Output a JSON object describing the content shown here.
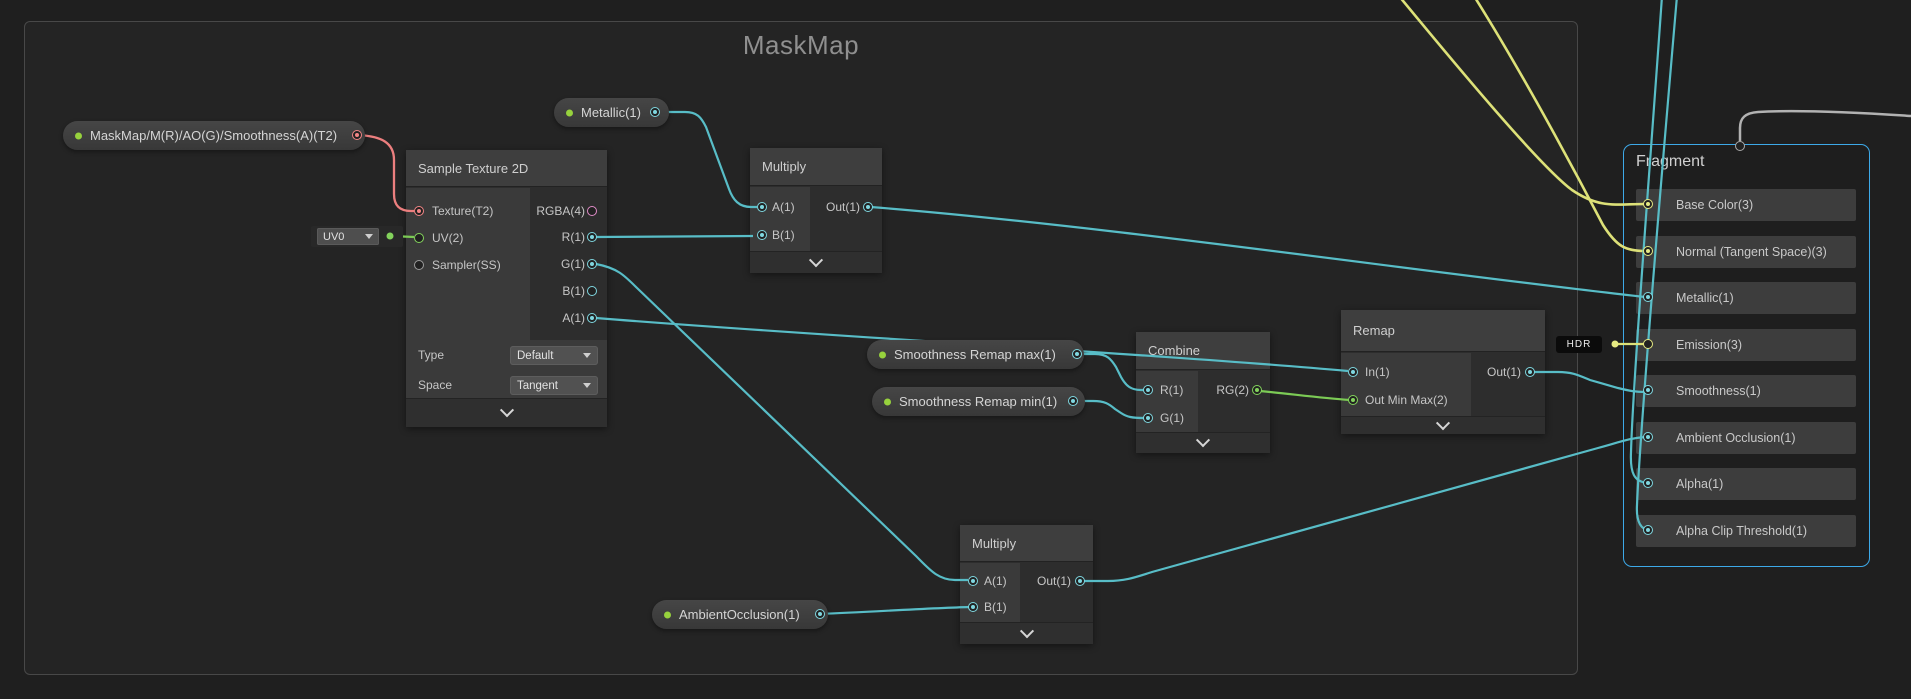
{
  "group": {
    "title": "MaskMap"
  },
  "properties": {
    "maskmap": {
      "label": "MaskMap/M(R)/AO(G)/Smoothness(A)(T2)"
    },
    "metallic": {
      "label": "Metallic(1)"
    },
    "smooth_max": {
      "label": "Smoothness Remap max(1)"
    },
    "smooth_min": {
      "label": "Smoothness Remap min(1)"
    },
    "ao": {
      "label": "AmbientOcclusion(1)"
    }
  },
  "nodes": {
    "sample_texture": {
      "title": "Sample Texture 2D",
      "inputs": [
        "Texture(T2)",
        "UV(2)",
        "Sampler(SS)"
      ],
      "outputs": [
        "RGBA(4)",
        "R(1)",
        "G(1)",
        "B(1)",
        "A(1)"
      ],
      "uv_channel": "UV0",
      "type_label": "Type",
      "type_value": "Default",
      "space_label": "Space",
      "space_value": "Tangent"
    },
    "multiply_top": {
      "title": "Multiply",
      "inputs": [
        "A(1)",
        "B(1)"
      ],
      "outputs": [
        "Out(1)"
      ]
    },
    "combine": {
      "title": "Combine",
      "inputs": [
        "R(1)",
        "G(1)"
      ],
      "outputs": [
        "RG(2)"
      ]
    },
    "remap": {
      "title": "Remap",
      "inputs": [
        "In(1)",
        "Out Min Max(2)"
      ],
      "outputs": [
        "Out(1)"
      ]
    },
    "multiply_bottom": {
      "title": "Multiply",
      "inputs": [
        "A(1)",
        "B(1)"
      ],
      "outputs": [
        "Out(1)"
      ]
    }
  },
  "fragment": {
    "title": "Fragment",
    "hdr_badge": "HDR",
    "rows": [
      {
        "label": "Base Color(3)"
      },
      {
        "label": "Normal (Tangent Space)(3)"
      },
      {
        "label": "Metallic(1)"
      },
      {
        "label": "Emission(3)"
      },
      {
        "label": "Smoothness(1)"
      },
      {
        "label": "Ambient Occlusion(1)"
      },
      {
        "label": "Alpha(1)"
      },
      {
        "label": "Alpha Clip Threshold(1)"
      }
    ]
  },
  "colors": {
    "wire_vector1": "#58bdc7",
    "wire_vector2": "#7ccb55",
    "wire_vector3": "#dde178",
    "wire_texture": "#ec7f7f",
    "wire_generic": "#b2b2b2",
    "port_vector1": "#7fd7e0",
    "port_vector2": "#83d35c",
    "port_vector3": "#e6ea82",
    "port_vector4": "#e08cc8",
    "port_texture": "#f28585",
    "fragment_border": "#3da9e8",
    "property_dot": "#97d23d",
    "canvas_bg": "#1f1f1f",
    "group_bg": "#242424"
  }
}
